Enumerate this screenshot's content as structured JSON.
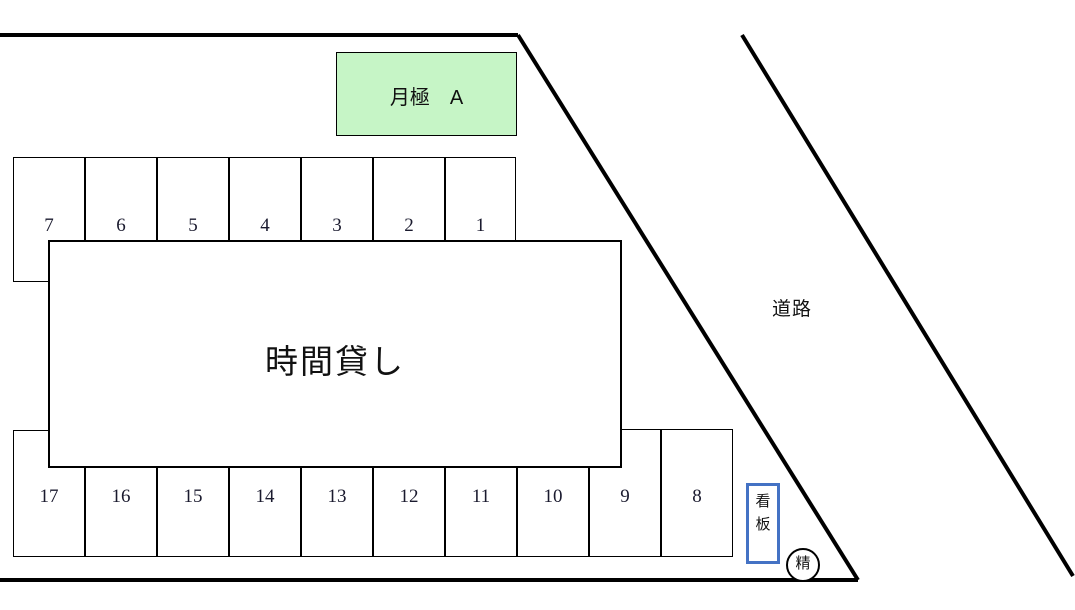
{
  "diagram": {
    "title": "parking-lot-layout",
    "colors": {
      "boundary": "#000000",
      "monthly_fill": "#c6f5c6",
      "signboard_border": "#4472c4",
      "stall_label": "#1a1a2e"
    }
  },
  "monthly_block": {
    "label": "月極　A"
  },
  "hourly_block": {
    "label": "時間貸し"
  },
  "road": {
    "label": "道路"
  },
  "signboard": {
    "label": "看板",
    "char1": "看",
    "char2": "板"
  },
  "payment_machine": {
    "label": "精"
  },
  "top_row": {
    "stalls": [
      {
        "number": "7"
      },
      {
        "number": "6"
      },
      {
        "number": "5"
      },
      {
        "number": "4"
      },
      {
        "number": "3"
      },
      {
        "number": "2"
      },
      {
        "number": "1"
      }
    ]
  },
  "bottom_row": {
    "stalls": [
      {
        "number": "17"
      },
      {
        "number": "16"
      },
      {
        "number": "15"
      },
      {
        "number": "14"
      },
      {
        "number": "13"
      },
      {
        "number": "12"
      },
      {
        "number": "11"
      },
      {
        "number": "10"
      },
      {
        "number": "9"
      },
      {
        "number": "8"
      }
    ]
  }
}
